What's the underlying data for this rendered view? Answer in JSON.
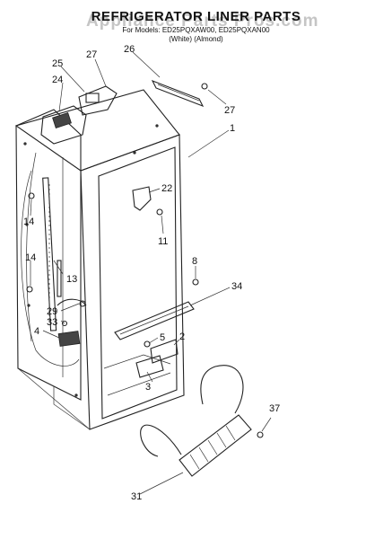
{
  "header": {
    "title": "REFRIGERATOR LINER PARTS",
    "watermark": "Appliance Parts Pros.com",
    "subtitle_line1": "For Models: ED25PQXAW00, ED25PQXAN00",
    "subtitle_line2": "(White) (Almond)"
  },
  "callouts": {
    "c25": "25",
    "c24": "24",
    "c27a": "27",
    "c26": "26",
    "c27b": "27",
    "c1": "1",
    "c22": "22",
    "c11": "11",
    "c14a": "14",
    "c14b": "14",
    "c13": "13",
    "c8": "8",
    "c34": "34",
    "c29": "29",
    "c33": "33",
    "c4": "4",
    "c5": "5",
    "c2": "2",
    "c3": "3",
    "c37": "37",
    "c31": "31"
  }
}
